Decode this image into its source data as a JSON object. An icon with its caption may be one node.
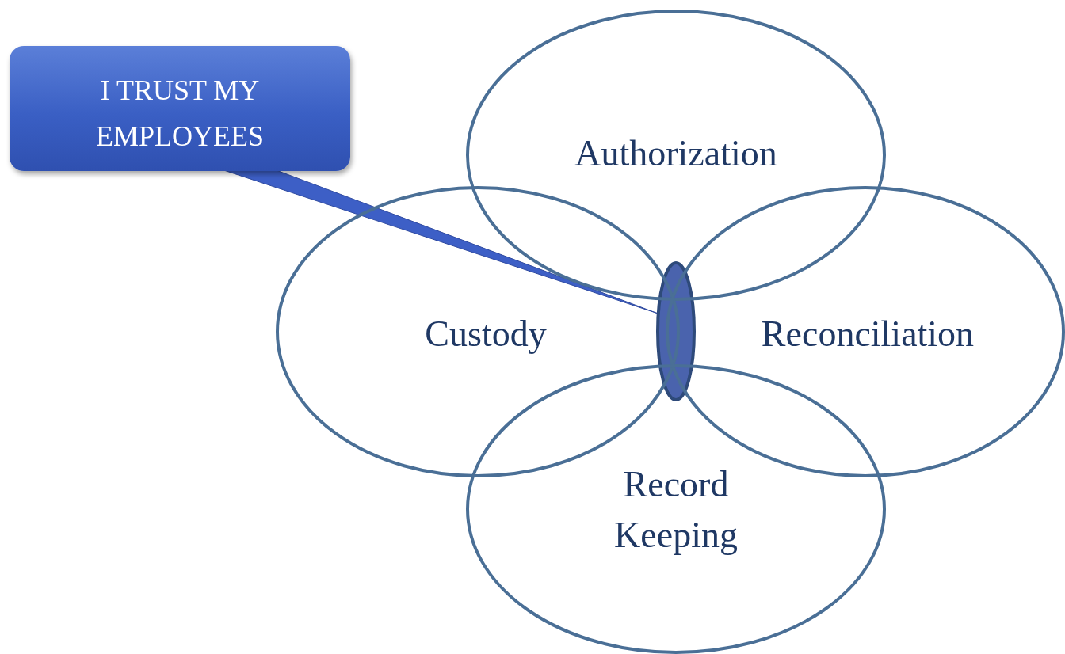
{
  "diagram": {
    "nodes": [
      {
        "text": [
          "I TRUST MY EMPLOYEES"
        ]
      },
      {
        "text": [
          "Authorization"
        ]
      },
      {
        "text": [
          "Custody"
        ]
      },
      {
        "text": [
          "Reconciliation"
        ]
      },
      {
        "text": [
          "Record Keeping"
        ]
      },
      {
        "text": [],
        "shape": "ellipse"
      }
    ],
    "edges": [
      {
        "from": 0,
        "to": 5,
        "arrow": "none"
      }
    ]
  }
}
